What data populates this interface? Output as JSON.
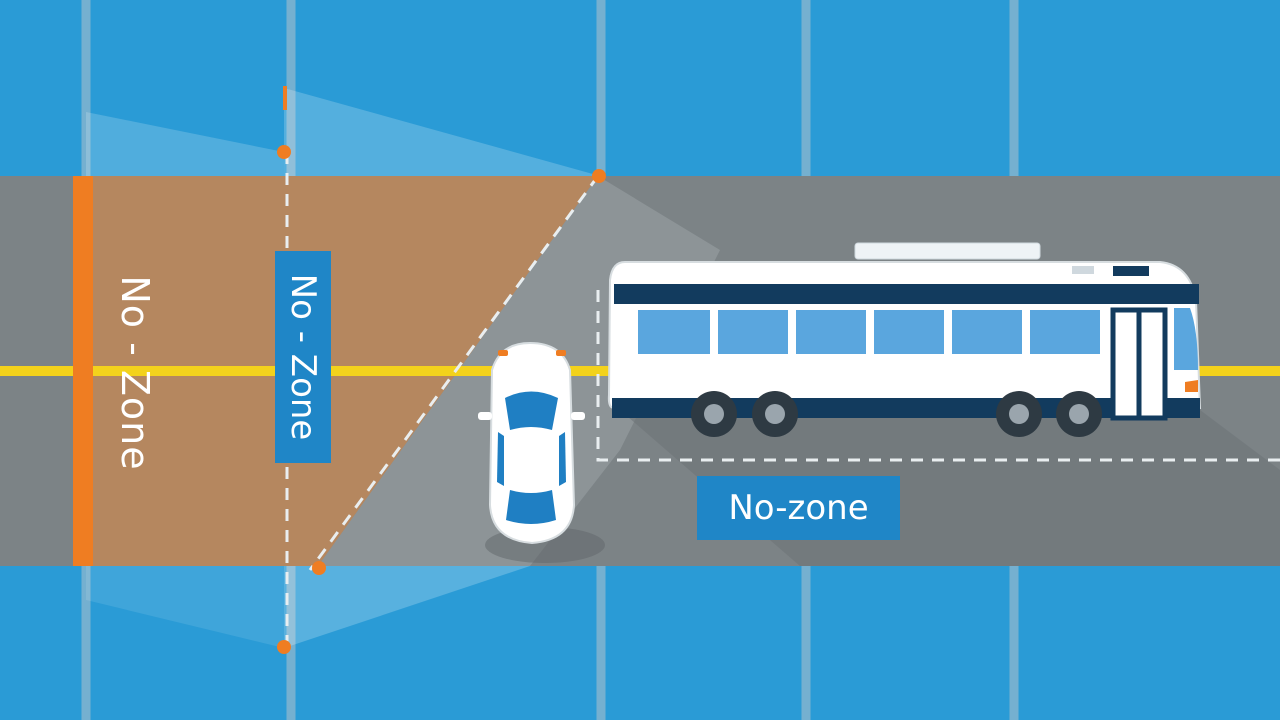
{
  "labels": {
    "left": "No - Zone",
    "middle": "No - Zone",
    "bottom": "No-zone"
  },
  "colors": {
    "water": "#2a9bd6",
    "road": "#7c8386",
    "blind_zone": "#b5875f",
    "lane_line": "#f3d21c",
    "marker": "#ef7d22",
    "label_bg": "#1f86c7",
    "bus_body": "#ffffff",
    "bus_stripe": "#123b5e",
    "bus_window": "#5aa6de"
  },
  "icons": [
    "bus-icon",
    "car-icon"
  ]
}
